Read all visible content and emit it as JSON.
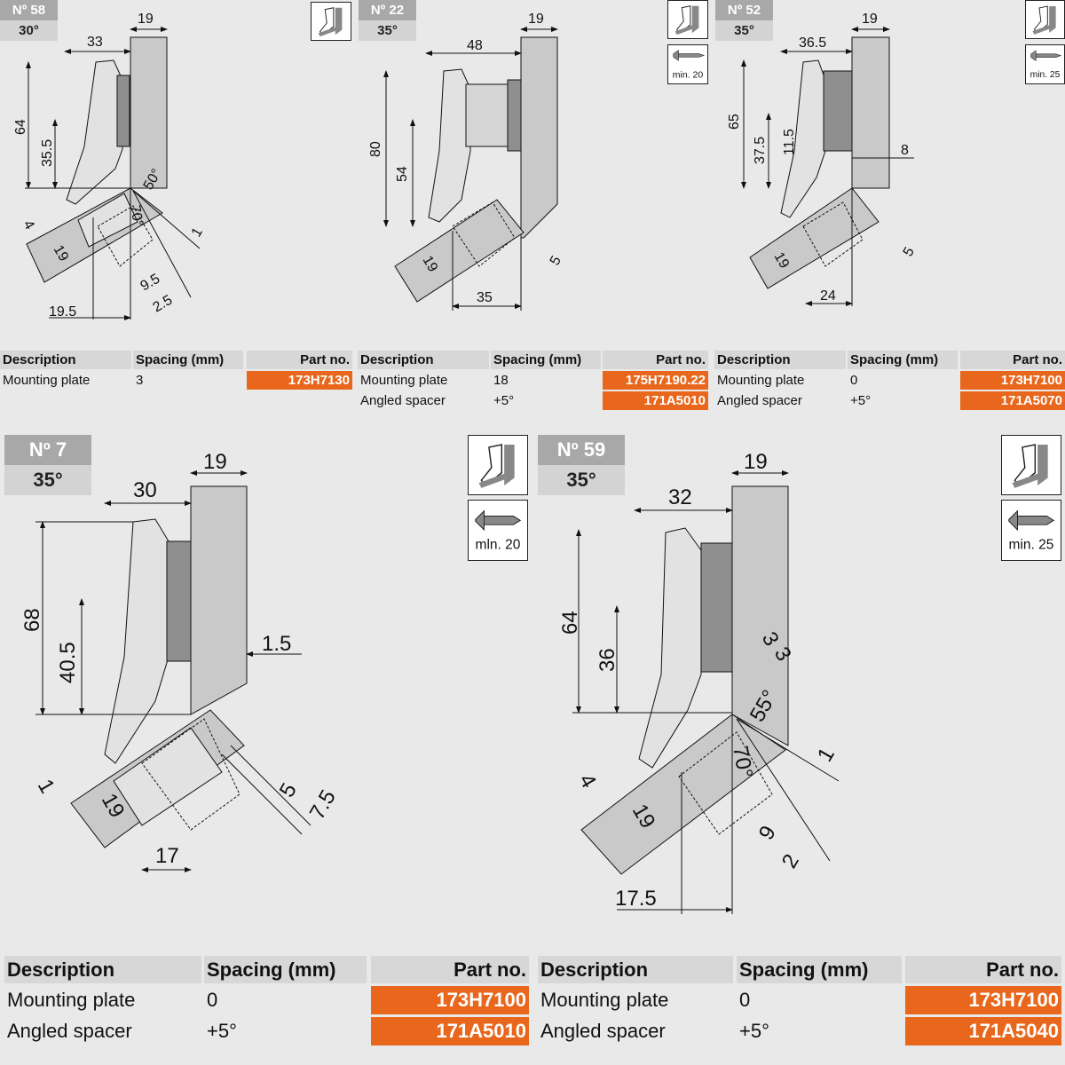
{
  "panels": [
    {
      "number": "Nº 58",
      "angle": "30°",
      "dims": [
        "19",
        "33",
        "64",
        "35.5",
        "50°",
        "70°",
        "4",
        "19",
        "1",
        "9.5",
        "2.5",
        "19.5"
      ],
      "table": {
        "headers": [
          "Description",
          "Spacing (mm)",
          "Part no."
        ],
        "rows": [
          {
            "description": "Mounting plate",
            "spacing": "3",
            "part": "173H7130"
          }
        ]
      }
    },
    {
      "number": "Nº 22",
      "angle": "35°",
      "screw_label": "min. 20",
      "dims": [
        "19",
        "48",
        "80",
        "54",
        "19",
        "5",
        "35"
      ],
      "table": {
        "headers": [
          "Description",
          "Spacing (mm)",
          "Part no."
        ],
        "rows": [
          {
            "description": "Mounting plate",
            "spacing": "18",
            "part": "175H7190.22"
          },
          {
            "description": "Angled spacer",
            "spacing": "+5°",
            "part": "171A5010"
          }
        ]
      }
    },
    {
      "number": "Nº 52",
      "angle": "35°",
      "screw_label": "min. 25",
      "dims": [
        "19",
        "36.5",
        "65",
        "37.5",
        "11.5",
        "8",
        "19",
        "5",
        "24"
      ],
      "table": {
        "headers": [
          "Description",
          "Spacing (mm)",
          "Part no."
        ],
        "rows": [
          {
            "description": "Mounting plate",
            "spacing": "0",
            "part": "173H7100"
          },
          {
            "description": "Angled spacer",
            "spacing": "+5°",
            "part": "171A5070"
          }
        ]
      }
    },
    {
      "number": "Nº 7",
      "angle": "35°",
      "screw_label": "mln. 20",
      "dims": [
        "19",
        "30",
        "68",
        "40.5",
        "1.5",
        "1",
        "19",
        "5",
        "7.5",
        "17"
      ],
      "table": {
        "headers": [
          "Description",
          "Spacing (mm)",
          "Part no."
        ],
        "rows": [
          {
            "description": "Mounting plate",
            "spacing": "0",
            "part": "173H7100"
          },
          {
            "description": "Angled spacer",
            "spacing": "+5°",
            "part": "171A5010"
          }
        ]
      }
    },
    {
      "number": "Nº 59",
      "angle": "35°",
      "screw_label": "min. 25",
      "dims": [
        "19",
        "32",
        "64",
        "36",
        "3",
        "3",
        "55°",
        "70°",
        "1",
        "4",
        "19",
        "9",
        "2",
        "17.5"
      ],
      "table": {
        "headers": [
          "Description",
          "Spacing (mm)",
          "Part no."
        ],
        "rows": [
          {
            "description": "Mounting plate",
            "spacing": "0",
            "part": "173H7100"
          },
          {
            "description": "Angled spacer",
            "spacing": "+5°",
            "part": "171A5040"
          }
        ]
      }
    }
  ],
  "colors": {
    "accent": "#e8671c",
    "background": "#e9e9e9",
    "header": "#d7d7d7"
  }
}
